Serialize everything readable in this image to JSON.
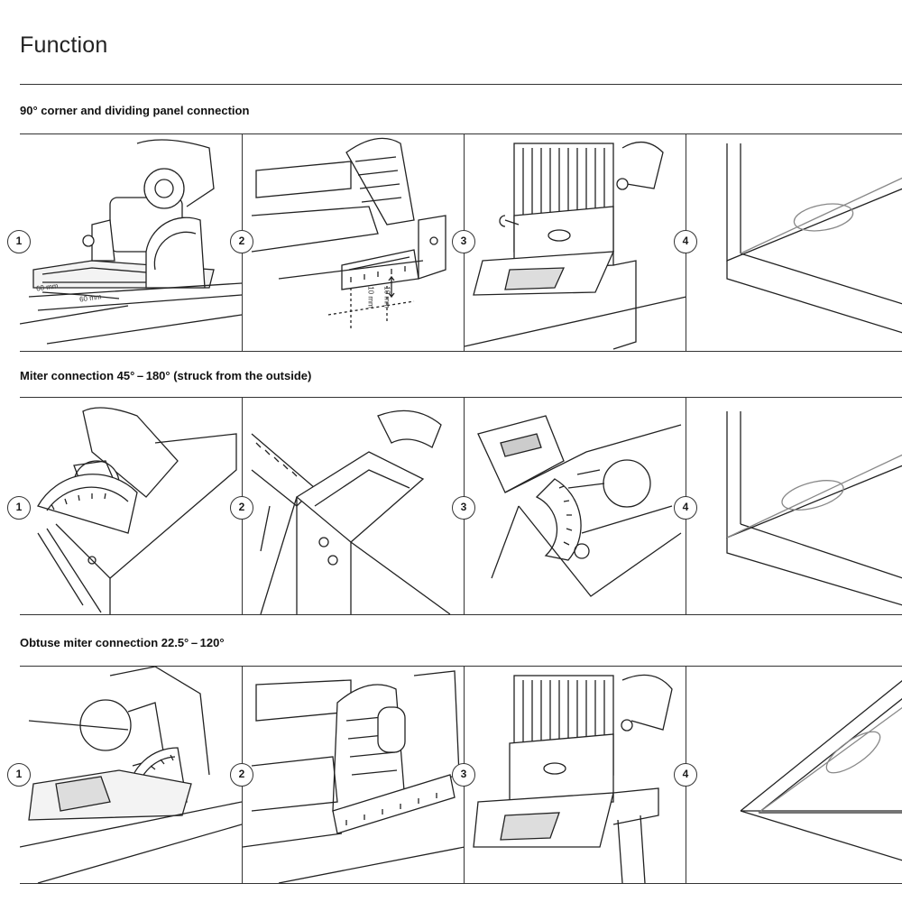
{
  "page": {
    "title": "Function"
  },
  "sections": [
    {
      "heading": "90° corner and dividing panel connection",
      "steps": [
        "1",
        "2",
        "3",
        "4"
      ],
      "dimensions": [
        "60 mm",
        "60 mm",
        "10 mm",
        "10 mm"
      ]
    },
    {
      "heading": "Miter connection 45° – 180° (struck from the outside)",
      "steps": [
        "1",
        "2",
        "3",
        "4"
      ]
    },
    {
      "heading": "Obtuse miter connection 22.5° – 120°",
      "steps": [
        "1",
        "2",
        "3",
        "4"
      ]
    }
  ]
}
